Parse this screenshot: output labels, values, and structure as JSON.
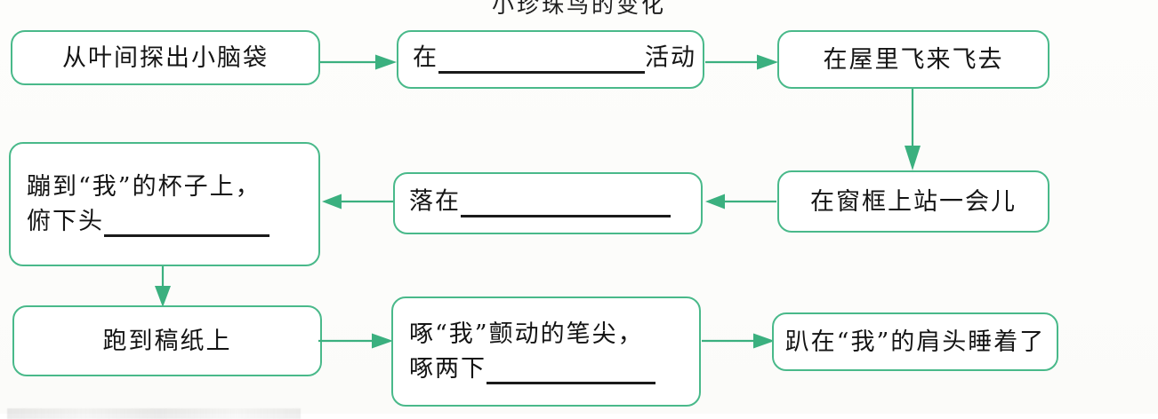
{
  "title": "小珍珠鸟的变化",
  "colors": {
    "box_border": "#49b98a",
    "arrow": "#3bb07f",
    "text": "#141414",
    "blank_line": "#1a1a1a",
    "page_background": "#fdfdfc"
  },
  "flowchart": {
    "type": "flowchart",
    "direction": "serpentine (row 1 left→right, row 2 right→left, row 3 left→right)",
    "nodes": [
      {
        "id": "n1",
        "lines": [
          "从叶间探出小脑袋"
        ],
        "has_blank": false,
        "row": 1,
        "column": 1
      },
      {
        "id": "n2",
        "lines": [
          "在",
          "活动"
        ],
        "has_blank": true,
        "blank_position": "middle",
        "row": 1,
        "column": 2
      },
      {
        "id": "n3",
        "lines": [
          "在屋里飞来飞去"
        ],
        "has_blank": false,
        "row": 1,
        "column": 3
      },
      {
        "id": "n4",
        "lines": [
          "在窗框上站一会儿"
        ],
        "has_blank": false,
        "row": 2,
        "column": 3
      },
      {
        "id": "n5",
        "lines": [
          "落在"
        ],
        "has_blank": true,
        "blank_position": "end",
        "row": 2,
        "column": 2
      },
      {
        "id": "n6",
        "lines": [
          "蹦到“我”的杯子上，",
          "俯下头"
        ],
        "has_blank": true,
        "blank_position": "end-of-line-2",
        "row": 2,
        "column": 1
      },
      {
        "id": "n7",
        "lines": [
          "跑到稿纸上"
        ],
        "has_blank": false,
        "row": 3,
        "column": 1
      },
      {
        "id": "n8",
        "lines": [
          "啄“我”颤动的笔尖，",
          "啄两下"
        ],
        "has_blank": true,
        "blank_position": "end-of-line-2",
        "row": 3,
        "column": 2
      },
      {
        "id": "n9",
        "lines": [
          "趴在“我”的肩头睡着了"
        ],
        "has_blank": false,
        "row": 3,
        "column": 3
      }
    ],
    "edges": [
      {
        "from": "n1",
        "to": "n2",
        "direction": "right"
      },
      {
        "from": "n2",
        "to": "n3",
        "direction": "right"
      },
      {
        "from": "n3",
        "to": "n4",
        "direction": "down"
      },
      {
        "from": "n4",
        "to": "n5",
        "direction": "left"
      },
      {
        "from": "n5",
        "to": "n6",
        "direction": "left"
      },
      {
        "from": "n6",
        "to": "n7",
        "direction": "down"
      },
      {
        "from": "n7",
        "to": "n8",
        "direction": "right"
      },
      {
        "from": "n8",
        "to": "n9",
        "direction": "right"
      }
    ]
  },
  "nodes_text": {
    "n1_l1": "从叶间探出小脑袋",
    "n2_l1a": "在",
    "n2_l1b": "活动",
    "n3_l1": "在屋里飞来飞去",
    "n4_l1": "在窗框上站一会儿",
    "n5_l1": "落在",
    "n6_l1": "蹦到“我”的杯子上，",
    "n6_l2": "俯下头",
    "n7_l1": "跑到稿纸上",
    "n8_l1": "啄“我”颤动的笔尖，",
    "n8_l2": "啄两下",
    "n9_l1": "趴在“我”的肩头睡着了"
  }
}
